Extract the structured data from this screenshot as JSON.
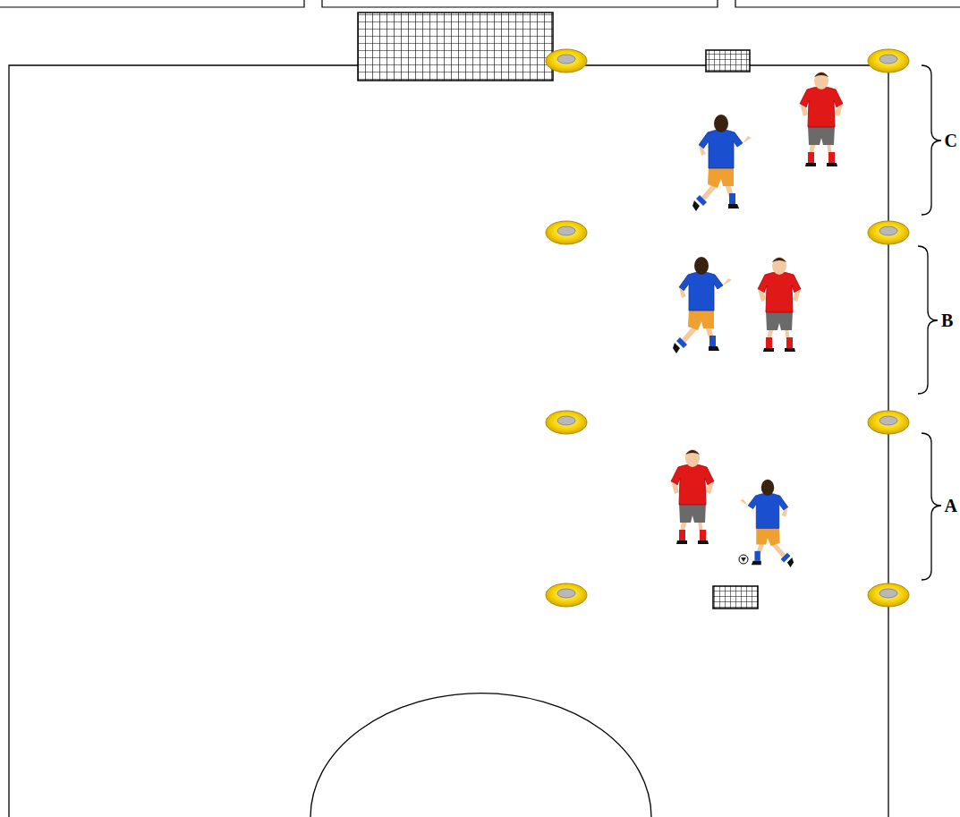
{
  "diagram": {
    "labels": [
      "C",
      "B",
      "A"
    ]
  }
}
